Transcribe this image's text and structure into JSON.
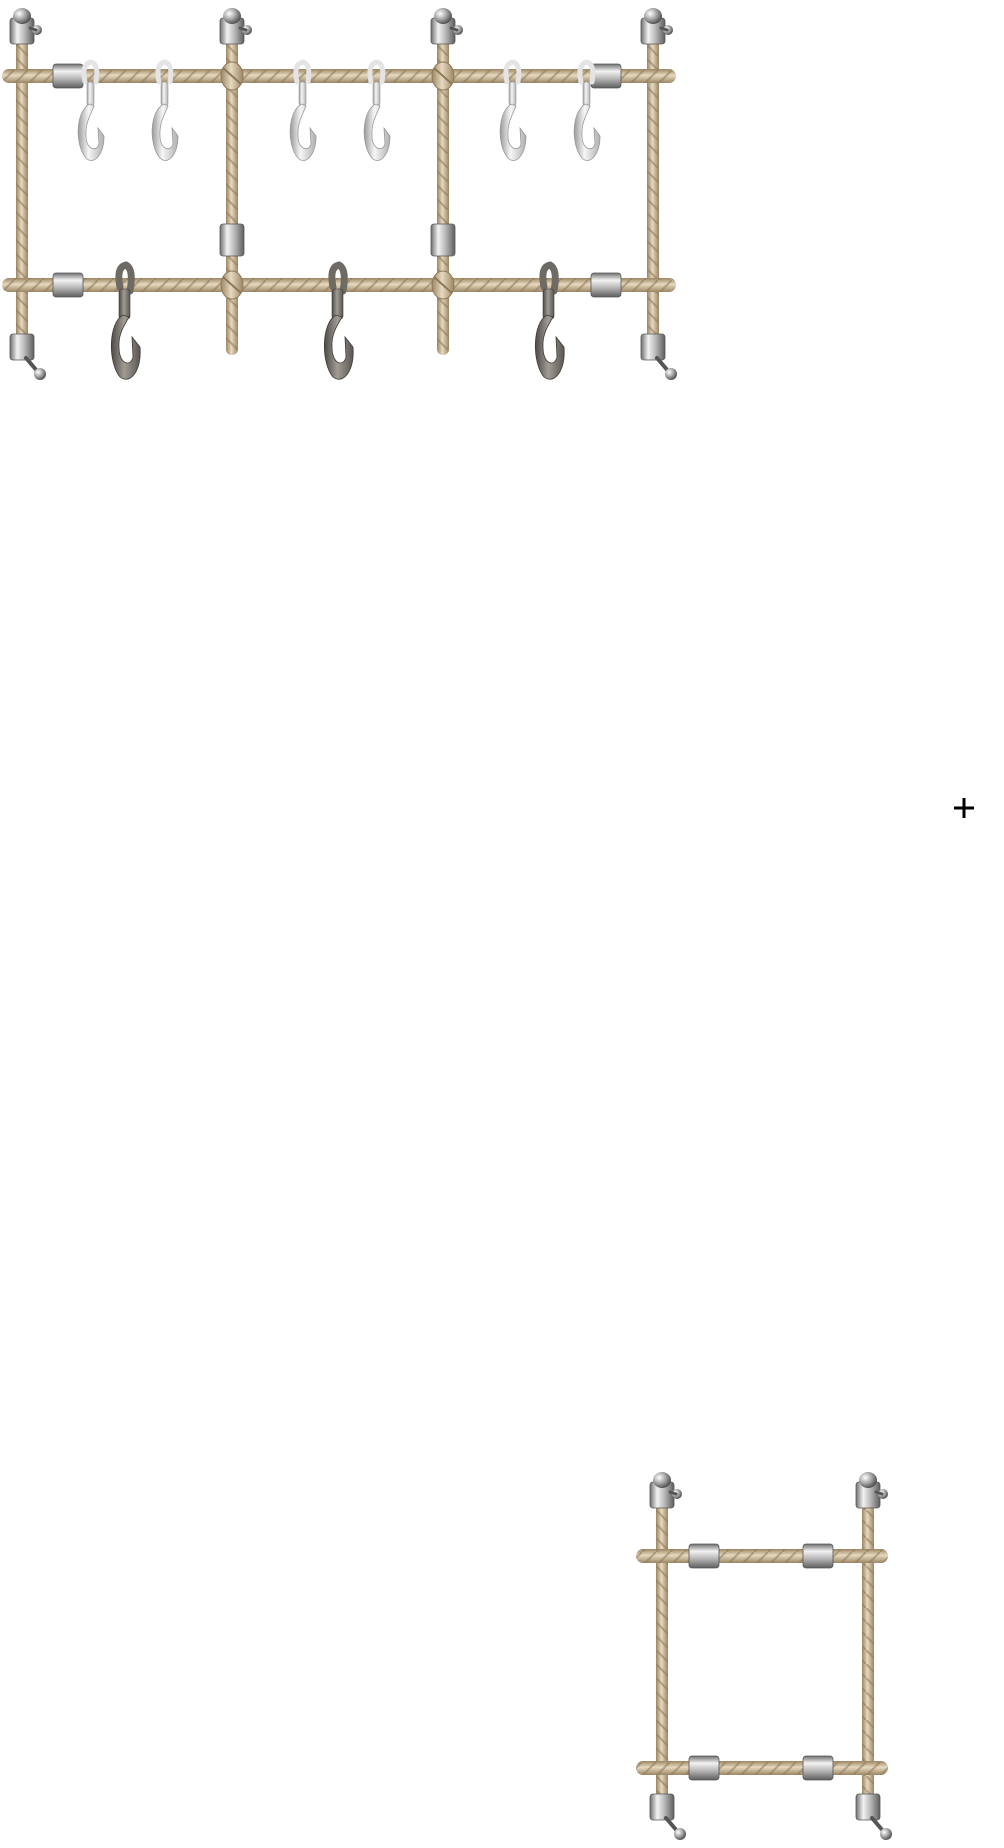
{
  "scene": {
    "background": "#ffffff",
    "rope_color": "#c9b796",
    "rope_dark": "#9c8664",
    "rope_light": "#e6d9bf",
    "metal_light": "#f2f2f2",
    "metal_mid": "#b9b9b9",
    "metal_dark": "#6e6e6e",
    "hook_light_color": "#e9e9e9",
    "hook_dark_color": "#7a7670"
  },
  "main_rack": {
    "posts": 4,
    "rows": 2,
    "top_row_hooks": 6,
    "bottom_row_hooks": 3,
    "top_row_hook_style": "light-silver",
    "bottom_row_hook_style": "dark-steel"
  },
  "small_frame": {
    "posts": 2,
    "rows": 2,
    "hooks": 0
  },
  "cursor": {
    "icon": "plus-icon",
    "glyph": "+"
  }
}
